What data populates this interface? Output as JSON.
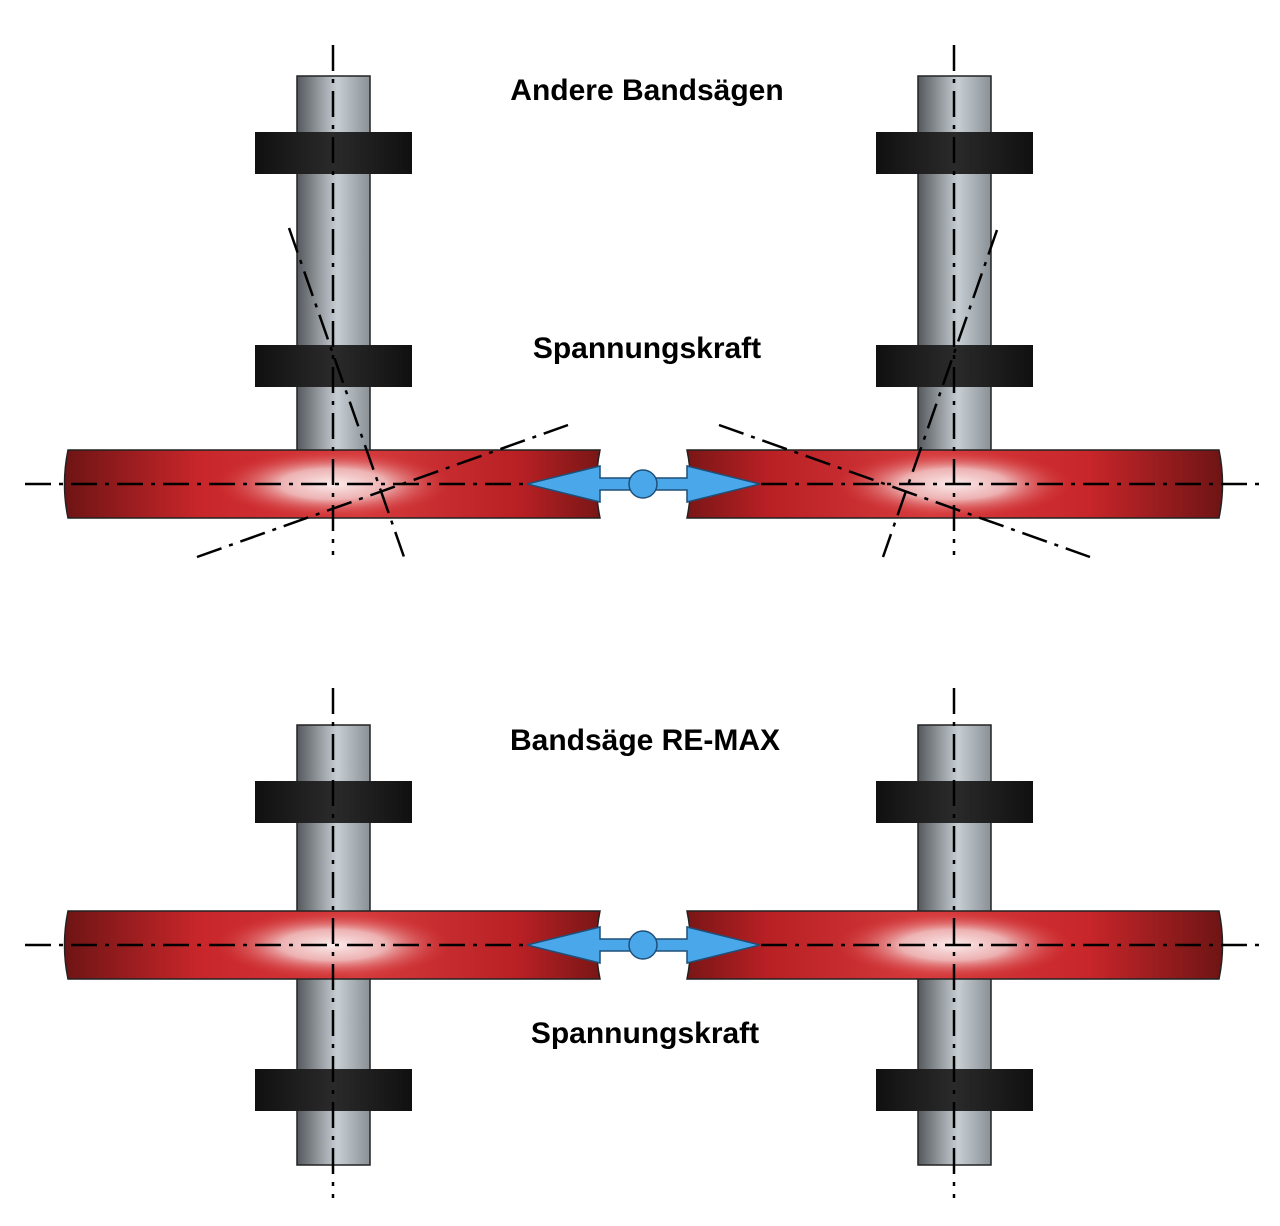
{
  "top_panel": {
    "title": "Andere Bandsägen",
    "force_label": "Spannungskraft"
  },
  "bottom_panel": {
    "title": "Bandsäge RE-MAX",
    "force_label": "Spannungskraft"
  },
  "colors": {
    "wheel_dark": "#6e1414",
    "wheel_mid": "#c8262a",
    "wheel_light": "#f4dada",
    "shaft_dark": "#55595d",
    "shaft_light": "#c7ced3",
    "bearing": "#1a1a1a",
    "arrow": "#4aa8ea"
  }
}
